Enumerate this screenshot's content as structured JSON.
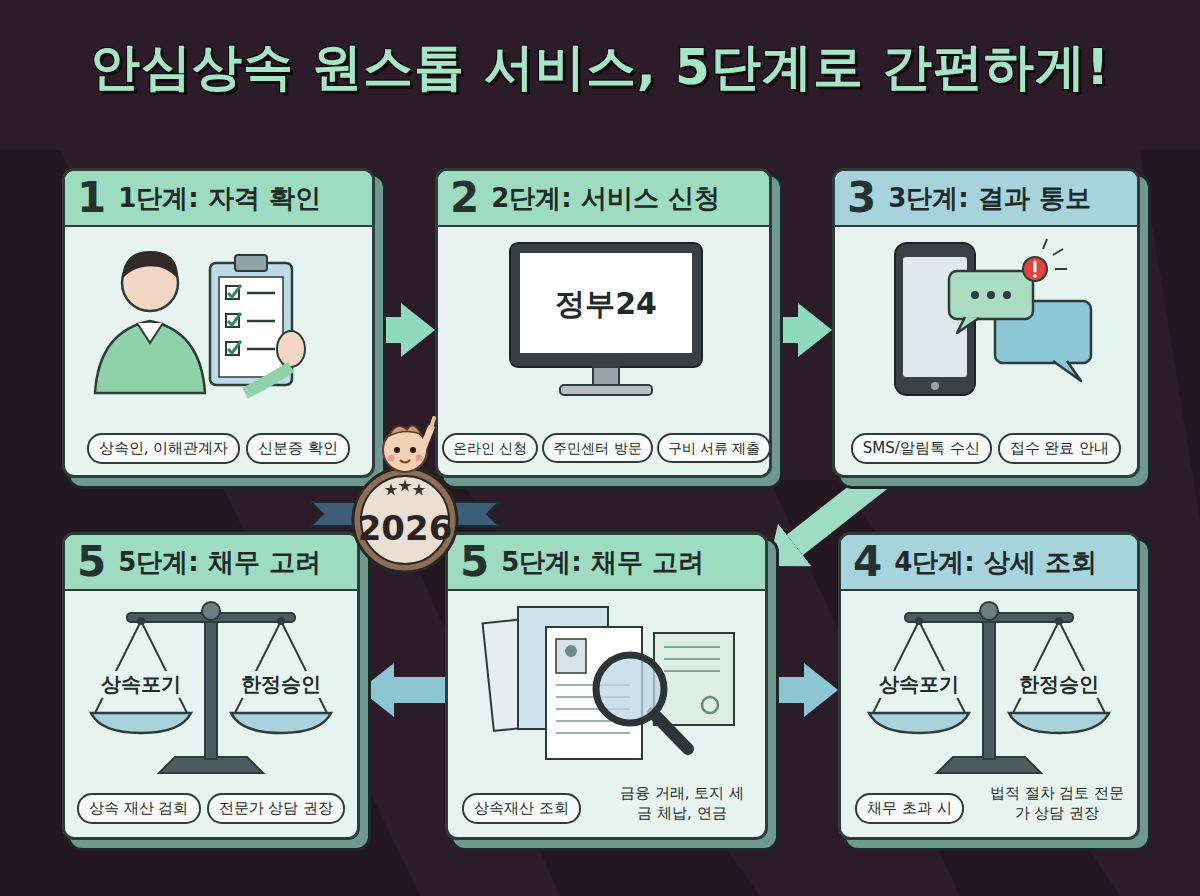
{
  "diagram": {
    "title": "안심상속 원스톱 서비스, 5단계로 간편하게!",
    "nodes": [
      {
        "text": [
          "1",
          "1단계: 자격 확인"
        ]
      },
      {
        "text": [
          "상속인, 이해관계자"
        ],
        "in": 0
      },
      {
        "text": [
          "신분증 확인"
        ],
        "in": 0
      },
      {
        "text": [
          "2",
          "2단계: 서비스 신청"
        ]
      },
      {
        "text": [
          "온라인 신청"
        ],
        "in": 3
      },
      {
        "text": [
          "주민센터 방문"
        ],
        "in": 3
      },
      {
        "text": [
          "구비 서류 제출"
        ],
        "in": 3
      },
      {
        "text": [
          "3",
          "3단계: 결과 통보"
        ]
      },
      {
        "text": [
          "SMS/알림톡 수신"
        ],
        "in": 7
      },
      {
        "text": [
          "접수 완료 안내"
        ],
        "in": 7
      },
      {
        "text": [
          "2026"
        ]
      },
      {
        "text": [
          "5",
          "5단계: 채무 고려"
        ]
      },
      {
        "text": [
          "상속 재산 검회"
        ],
        "in": 11
      },
      {
        "text": [
          "전문가 상담 권장"
        ],
        "in": 11
      },
      {
        "text": [
          "5",
          "5단계: 채무 고려"
        ]
      },
      {
        "text": [
          "상속재산 조회"
        ],
        "in": 14
      },
      {
        "text": [
          "4",
          "4단계: 상세 조회"
        ]
      },
      {
        "text": [
          "채무 초과 시"
        ],
        "in": 16
      }
    ],
    "edges": [
      {
        "from": 0,
        "to": 3,
        "arrow": "to"
      },
      {
        "from": 3,
        "to": 7,
        "arrow": "to"
      },
      {
        "from": 7,
        "to": 14,
        "arrow": "to"
      },
      {
        "from": 14,
        "to": 11,
        "arrow": "to"
      },
      {
        "from": 14,
        "to": 16,
        "arrow": "to"
      }
    ],
    "labels": [
      "정부24",
      "상속포기",
      "한정승인",
      "금융 거래, 토지 세금 체납, 연금",
      "상속포기",
      "한정승인",
      "법적 절차 검토 전문가 상담 권장"
    ]
  }
}
